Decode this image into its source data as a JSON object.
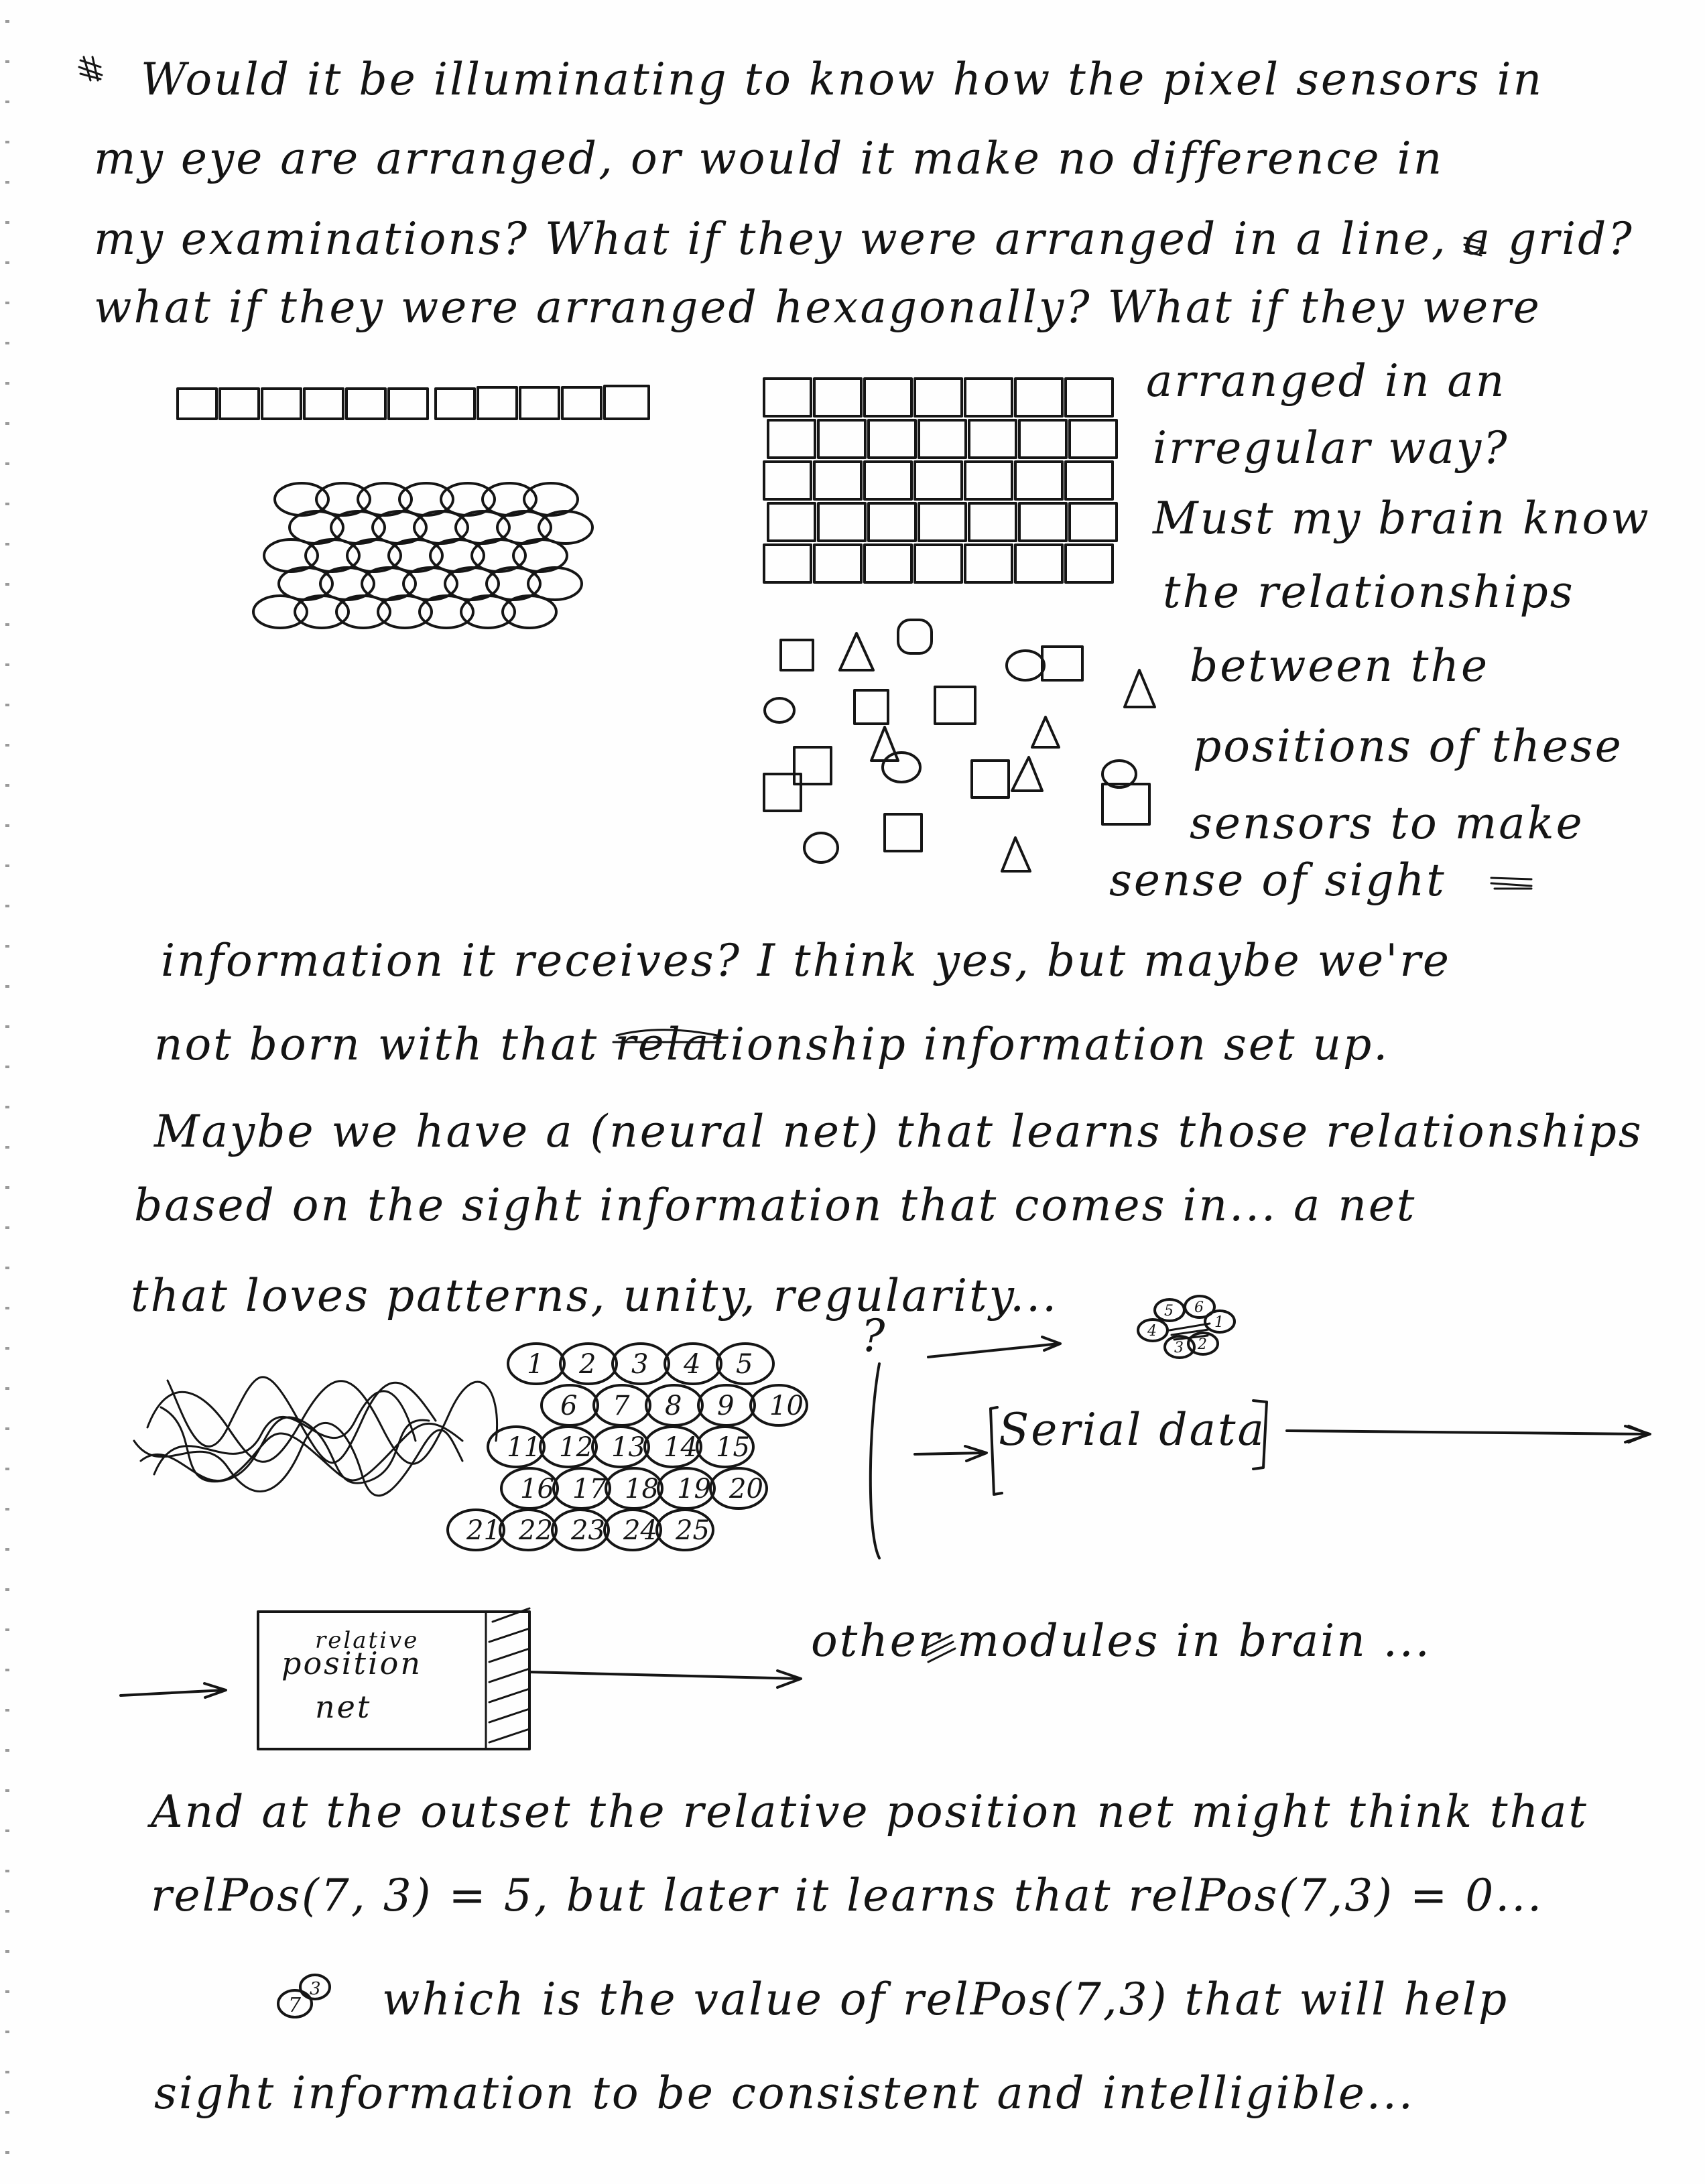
{
  "paragraph1": [
    "Would it be illuminating to know how the pixel sensors in",
    "my eye are arranged, or would it make no difference in",
    "my examinations? What if they were arranged in a line, a grid?",
    "what if they were arranged hexagonally? What if they were"
  ],
  "paragraph1_side": [
    "arranged in an",
    "irregular way?",
    "Must my brain know",
    "the relationships",
    "between the",
    "positions of these",
    "sensors to make",
    "sense of sight"
  ],
  "paragraph2": [
    "information it receives? I think yes, but maybe we're",
    "not born with that relationship information set up.",
    "Maybe we have a (neural net) that learns those relationships",
    "based on the sight information that comes in... a net",
    "that loves patterns, unity, regularity..."
  ],
  "hex_numbers": [
    "1",
    "2",
    "3",
    "4",
    "5",
    "6",
    "7",
    "8",
    "9",
    "10",
    "11",
    "12",
    "13",
    "14",
    "15",
    "16",
    "17",
    "18",
    "19",
    "20",
    "21",
    "22",
    "23",
    "24",
    "25"
  ],
  "question_mark": "?",
  "cluster_numbers": [
    "5",
    "6",
    "1",
    "4",
    "3",
    "2"
  ],
  "serial_label": "Serial data",
  "box_label_top": "relative",
  "box_label_main": "position",
  "box_label_bottom": "net",
  "modules_label": "other modules in brain ...",
  "paragraph3": [
    "And at the outset the relative position net might think that",
    "relPos(7, 3) = 5, but later it learns that relPos(7,3) = 0...",
    "which is the value of relPos(7,3) that will help",
    "sight information to be consistent and intelligible..."
  ],
  "small_pair": [
    "7",
    "3"
  ]
}
